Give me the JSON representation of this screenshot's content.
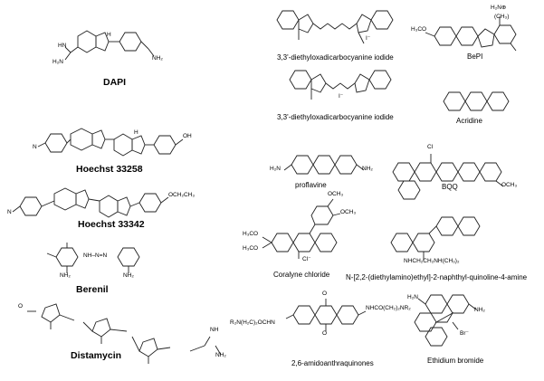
{
  "compounds": {
    "dapi": "DAPI",
    "hoechst33258": "Hoechst 33258",
    "hoechst33342": "Hoechst 33342",
    "berenil": "Berenil",
    "distamycin": "Distamycin",
    "cyanine_top": "3,3'-diethyloxadicarbocyanine iodide",
    "cyanine_bottom": "3,3'-diethyloxadicarbocyanine iodide",
    "bepi": "BePI",
    "acridine": "Acridine",
    "proflavine": "proflavine",
    "bqq": "BQQ",
    "coralyne": "Coralyne chloride",
    "quinoline": "N-[2,2-(diethylamino)ethyl]-2-naphthyl-quinoline-4-amine",
    "amidoanthraquinones": "2,6-amidoanthraquinones",
    "ethidium": "Ethidium bromide"
  },
  "atoms": {
    "h2n": "H₂N",
    "nh2": "NH₂",
    "nh": "NH",
    "hn": "HN",
    "h": "H",
    "n": "N",
    "o": "O",
    "oh": "OH",
    "ethoxy": "OCH₂CH₃",
    "cl": "Cl",
    "cl_minus": "Cl⁻",
    "methoxy": "OCH₃",
    "h3co": "H₃CO",
    "azo": "NH–N=N",
    "h2n_plus": "H₂N⊕",
    "methyl_group": "(CH₃)",
    "side_chain": "NHCH₂CH₂NH(CH₃)₂",
    "left_amide": "R₂N(H₂C)₂OCHN",
    "right_amide": "NHCO(CH₂)₂NR₂",
    "iodide": "I⁻",
    "br_minus": "Br⁻",
    "plus": "⊕"
  }
}
